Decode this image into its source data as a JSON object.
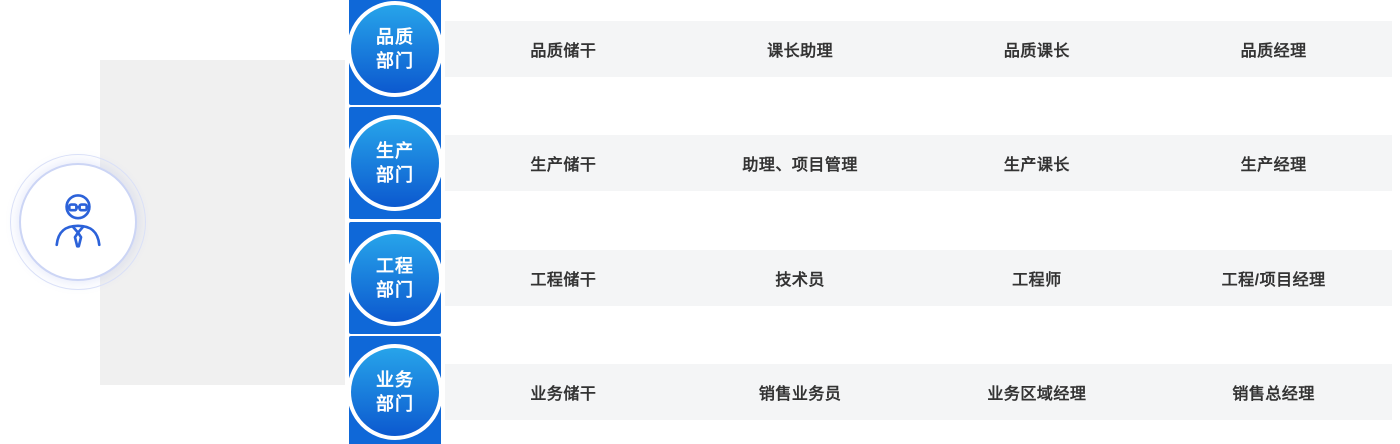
{
  "diagram": {
    "type": "career-path",
    "person_icon": "businessperson-icon"
  },
  "colors": {
    "badge_gradient_top": "#27a4ea",
    "badge_gradient_bottom": "#0c59cf",
    "badge_strip": "#0f68d8",
    "bar_background": "#f4f5f6",
    "connector_block": "#f0f0f0",
    "stage_text": "#333333",
    "person_stroke": "#2c62d9",
    "person_ring": "#ccd5f5"
  },
  "rows": [
    {
      "dept": {
        "line1": "品质",
        "line2": "部门"
      },
      "stages": [
        "品质储干",
        "课长助理",
        "品质课长",
        "品质经理"
      ]
    },
    {
      "dept": {
        "line1": "生产",
        "line2": "部门"
      },
      "stages": [
        "生产储干",
        "助理、项目管理",
        "生产课长",
        "生产经理"
      ]
    },
    {
      "dept": {
        "line1": "工程",
        "line2": "部门"
      },
      "stages": [
        "工程储干",
        "技术员",
        "工程师",
        "工程/项目经理"
      ]
    },
    {
      "dept": {
        "line1": "业务",
        "line2": "部门"
      },
      "stages": [
        "业务储干",
        "销售业务员",
        "业务区域经理",
        "销售总经理"
      ]
    }
  ]
}
